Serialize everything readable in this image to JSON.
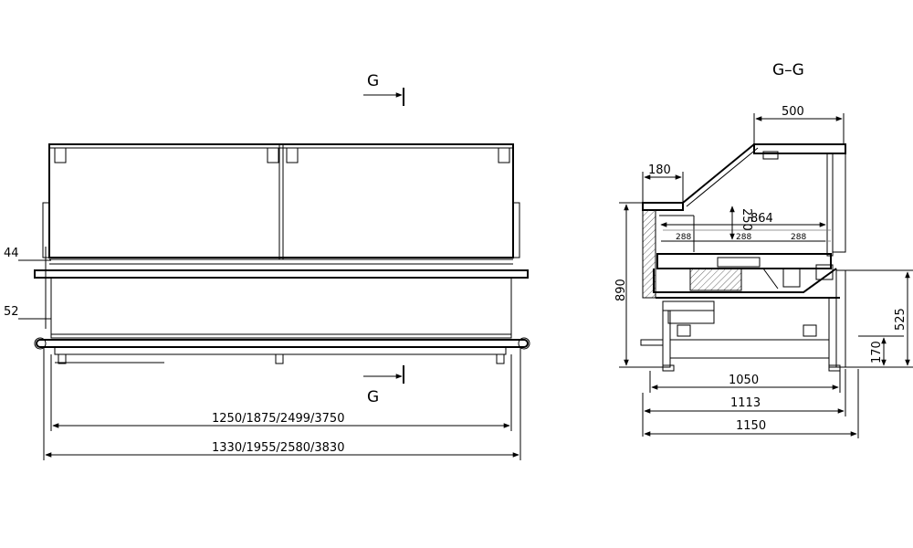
{
  "section": {
    "marker": "G",
    "title": "G–G"
  },
  "front_view": {
    "dim_44": "44",
    "dim_52": "52",
    "dim_inner": "1250/1875/2499/3750",
    "dim_outer": "1330/1955/2580/3830"
  },
  "side_view": {
    "dim_500": "500",
    "dim_180": "180",
    "dim_250": "250",
    "dim_864": "864",
    "dim_288": [
      "288",
      "288",
      "288"
    ],
    "dim_890": "890",
    "dim_525": "525",
    "dim_170": "170",
    "dim_1050": "1050",
    "dim_1113": "1113",
    "dim_1150": "1150"
  },
  "colors": {
    "line": "#000000",
    "hatch": "#bdbdbd",
    "background": "#ffffff"
  }
}
